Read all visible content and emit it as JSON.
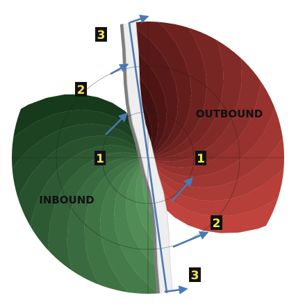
{
  "regions": {
    "outbound": "OUTBOUND",
    "inbound": "INBOUND"
  },
  "markers": {
    "out_1": "1",
    "out_2": "2",
    "out_3": "3",
    "in_1": "1",
    "in_2": "2",
    "in_3": "3"
  },
  "colors": {
    "outbound_light": "#c0433d",
    "outbound_dark": "#3a0d0d",
    "inbound_light": "#62a367",
    "inbound_dark": "#173a1c",
    "arrow": "#4a79b6",
    "marker_text": "#f4e84a",
    "marker_bg": "#111111",
    "gap": "#eeeeee"
  }
}
